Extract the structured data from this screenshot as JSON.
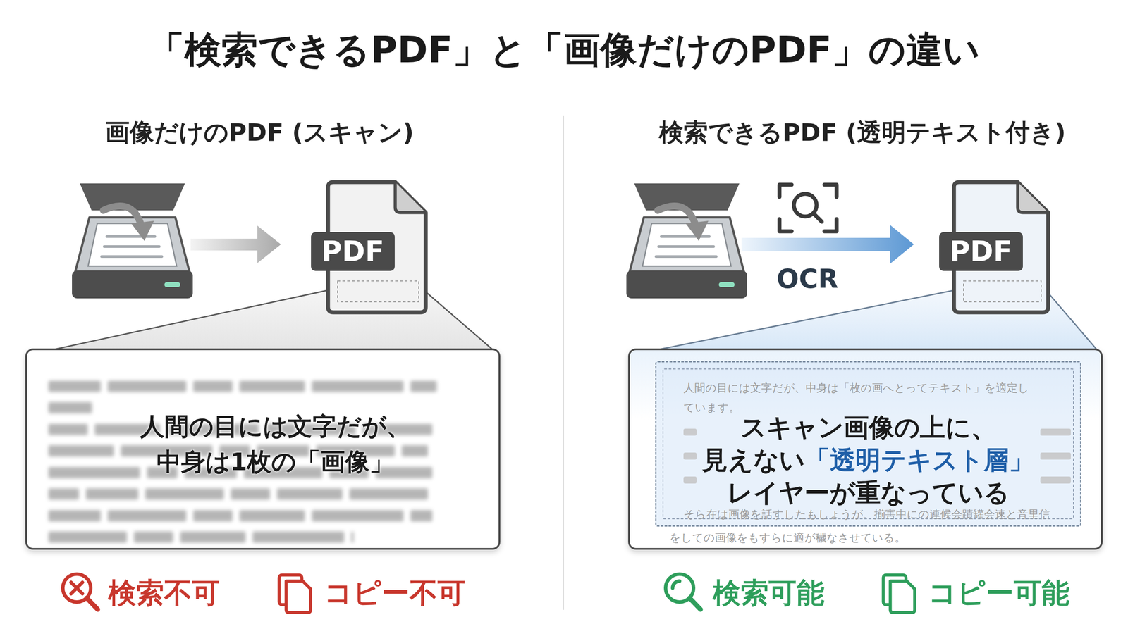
{
  "diagram": {
    "title": "「検索できるPDF」と「画像だけのPDF」の違い",
    "nodes": [
      {
        "text": [
          "PDF"
        ]
      },
      {
        "text": [
          "人間の目には文字だが、 中身は1枚の「画像」"
        ]
      },
      {
        "text": [
          "PDF"
        ]
      },
      {
        "text": [
          "をしての画像をもすらに適が穢なさせている。"
        ]
      },
      {
        "text": [
          "人間の目には文字だが、中身は「枚の画へとってテキスト」を適定し",
          "ています。",
          "そら在は画像を話すしたもしょうが、揃害中にの連候会蹟罐会速と音里信",
          "スキャン画像の上に、",
          "見えない",
          "「透明テキスト層」",
          "レイヤーが重なっている"
        ],
        "in": 3
      }
    ],
    "edges": [
      {
        "from": 0,
        "to": 1,
        "arrow": "none"
      },
      {
        "from": 2,
        "to": 3,
        "arrow": "none"
      }
    ],
    "labels": [
      "画像だけのPDF (スキャン)",
      "検索できるPDF (透明テキスト付き)",
      "OCR",
      "検索不可",
      "コピー不可",
      "検索可能",
      "コピー可能"
    ]
  }
}
